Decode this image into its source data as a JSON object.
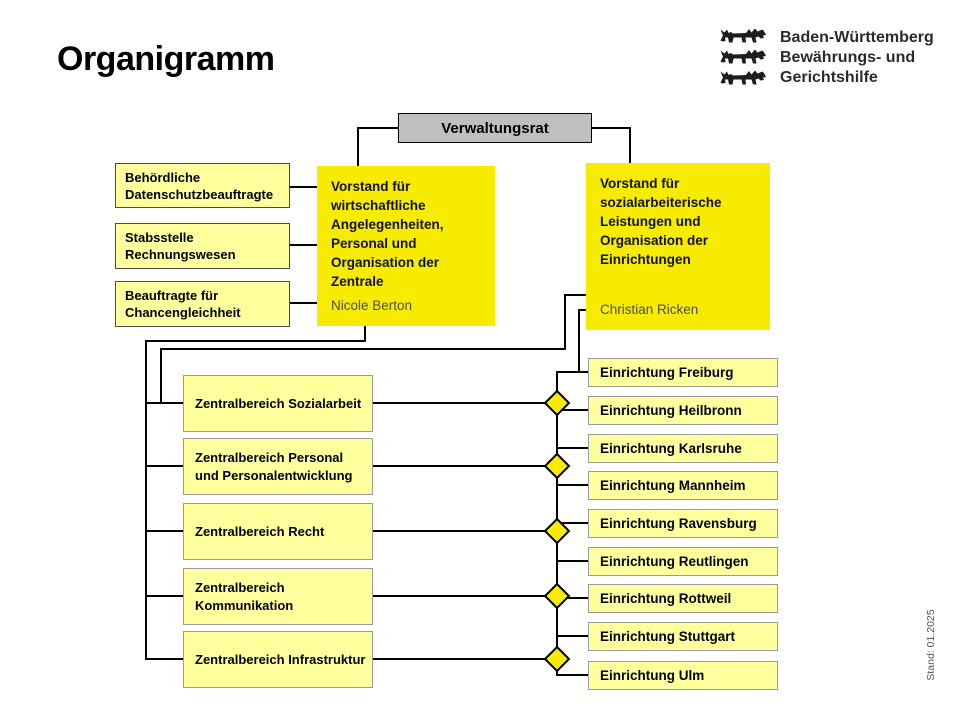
{
  "page": {
    "title": "Organigramm",
    "stand_note": "Stand: 01.2025"
  },
  "logo": {
    "emblem": "baden-wuerttemberg-three-lions",
    "lines": [
      "Baden-Württemberg",
      "Bewährungs- und",
      "Gerichtshilfe"
    ]
  },
  "org": {
    "root": {
      "label": "Verwaltungsrat"
    },
    "board_left": {
      "role": "Vorstand für wirtschaftliche Angelegenheiten, Personal und Organisation der Zentrale",
      "name": "Nicole Berton"
    },
    "board_right": {
      "role": "Vorstand für sozialarbeiterische Leistungen und Organisation der Einrichtungen",
      "name": "Christian Ricken"
    },
    "staff_units": [
      {
        "label": "Behördliche Datenschutzbeauftragte"
      },
      {
        "label": "Stabsstelle Rechnungswesen"
      },
      {
        "label": "Beauftragte für Chancengleichheit"
      }
    ],
    "central_units": [
      {
        "label": "Zentralbereich Sozialarbeit"
      },
      {
        "label": "Zentralbereich Personal und Personalentwicklung"
      },
      {
        "label": "Zentralbereich Recht"
      },
      {
        "label": "Zentralbereich Kommunikation"
      },
      {
        "label": "Zentralbereich Infrastruktur"
      }
    ],
    "facilities": [
      {
        "label": "Einrichtung Freiburg"
      },
      {
        "label": "Einrichtung Heilbronn"
      },
      {
        "label": "Einrichtung Karlsruhe"
      },
      {
        "label": "Einrichtung Mannheim"
      },
      {
        "label": "Einrichtung Ravensburg"
      },
      {
        "label": "Einrichtung Reutlingen"
      },
      {
        "label": "Einrichtung Rottweil"
      },
      {
        "label": "Einrichtung Stuttgart"
      },
      {
        "label": "Einrichtung Ulm"
      }
    ]
  },
  "colors": {
    "board_yellow": "#f7ec00",
    "unit_yellow": "#ffff9e",
    "root_gray": "#bfbfbf",
    "line_black": "#000000"
  }
}
